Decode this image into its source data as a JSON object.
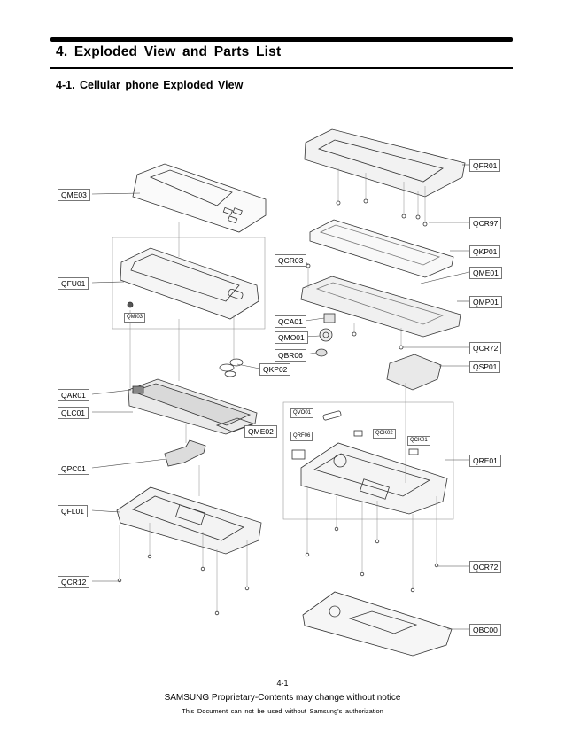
{
  "heading": "4. Exploded View and Parts List",
  "subheading": "4-1. Cellular phone Exploded View",
  "labels": {
    "QME03": "QME03",
    "QFU01": "QFU01",
    "QMI03": "QMI03",
    "QAR01": "QAR01",
    "QLC01": "QLC01",
    "QPC01": "QPC01",
    "QFL01": "QFL01",
    "QCR12": "QCR12",
    "QKP02": "QKP02",
    "QME02": "QME02",
    "QCR03": "QCR03",
    "QCA01": "QCA01",
    "QMO01": "QMO01",
    "QBR06": "QBR06",
    "QVO01": "QVO01",
    "QRF06": "QRF06",
    "QCK02": "QCK02",
    "QCK01": "QCK01",
    "QFR01": "QFR01",
    "QCR97": "QCR97",
    "QKP01": "QKP01",
    "QME01": "QME01",
    "QMP01": "QMP01",
    "QCR72a": "QCR72",
    "QSP01": "QSP01",
    "QRE01": "QRE01",
    "QCR72b": "QCR72",
    "QBC00": "QBC00"
  },
  "footer": {
    "page_number": "4-1",
    "line1": "SAMSUNG Proprietary-Contents may change without notice",
    "line2": "This Document can not be used without Samsung's authorization"
  }
}
